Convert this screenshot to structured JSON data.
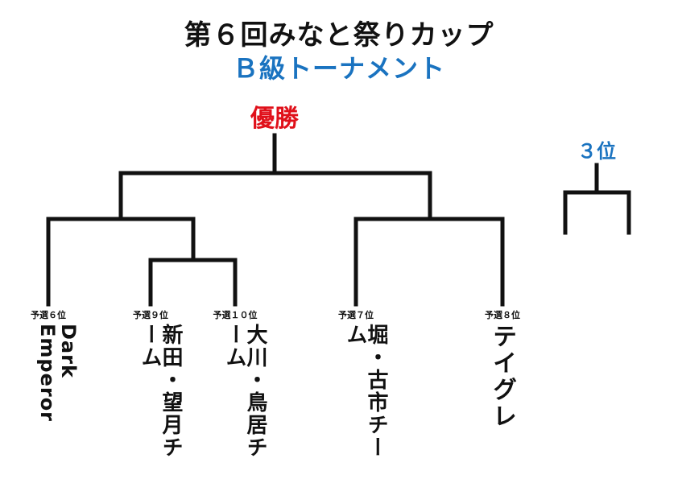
{
  "title": {
    "main": "第６回みなと祭りカップ",
    "sub": "Ｂ級トーナメント"
  },
  "winner_label": "優勝",
  "third_place_label": "３位",
  "entries": [
    {
      "seed": "予選６位",
      "team": "Dark Emperor"
    },
    {
      "seed": "予選９位",
      "team": "新田・望月チーム"
    },
    {
      "seed": "予選１０位",
      "team": "大川・鳥居チーム"
    },
    {
      "seed": "予選７位",
      "team": "堀・古市チーム"
    },
    {
      "seed": "予選８位",
      "team": "テイグレ"
    }
  ],
  "colors": {
    "title": "#111111",
    "subtitle": "#1a73c0",
    "winner": "#e0101a",
    "third_place": "#1a73c0",
    "lines": "#111111"
  }
}
